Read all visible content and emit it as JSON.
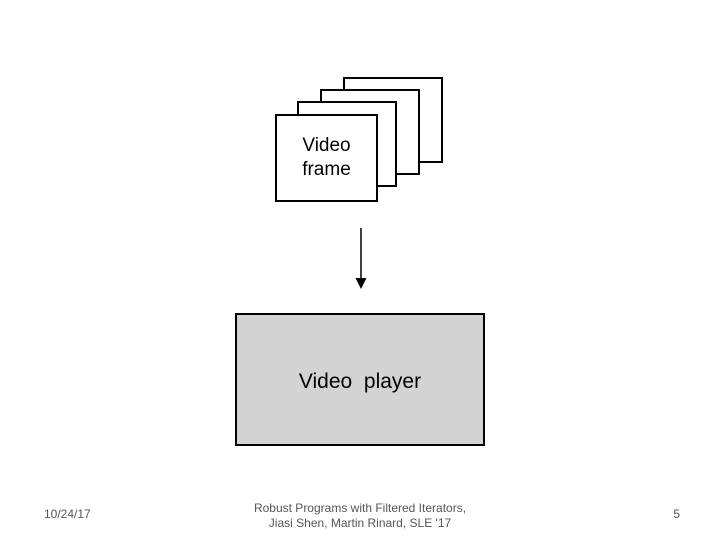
{
  "diagram": {
    "frame_label": "Video\nframe",
    "player_label": "Video  player",
    "colors": {
      "player_fill": "#d3d3d3",
      "stroke": "#000000",
      "footer_text": "#555555"
    }
  },
  "footer": {
    "date": "10/24/17",
    "title": "Robust Programs with Filtered Iterators,\nJiasi Shen, Martin Rinard, SLE '17",
    "page_number": "5"
  }
}
